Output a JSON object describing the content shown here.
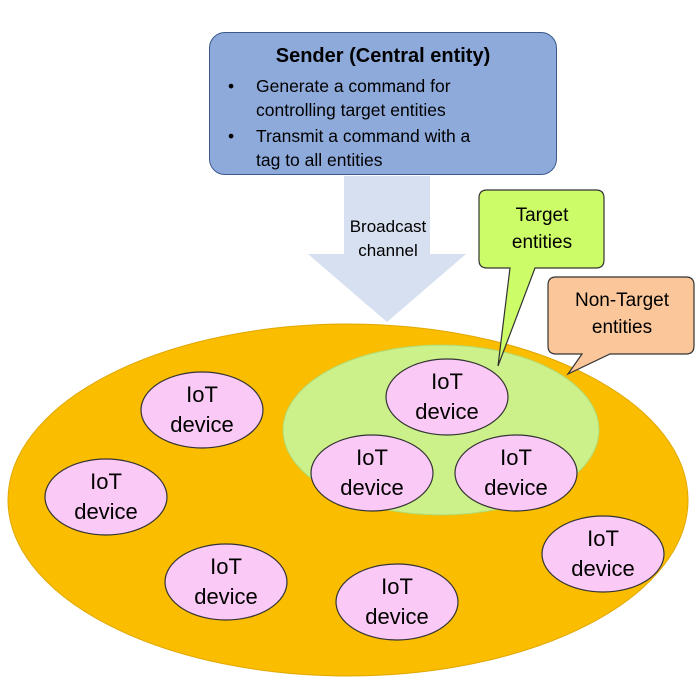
{
  "sender": {
    "title": "Sender (Central entity)",
    "items": [
      {
        "bullet": "•",
        "line1": "Generate a command  for",
        "line2": "controlling target entities"
      },
      {
        "bullet": "•",
        "line1": "Transmit a command  with a",
        "line2": "tag to all entities"
      }
    ]
  },
  "broadcast": {
    "line1": "Broadcast",
    "line2": "channel"
  },
  "target_callout": {
    "line1": "Target",
    "line2": "entities"
  },
  "nontarget_callout": {
    "line1": "Non-Target",
    "line2": "entities"
  },
  "devices": [
    {
      "line1": "IoT",
      "line2": "device",
      "group": "non-target"
    },
    {
      "line1": "IoT",
      "line2": "device",
      "group": "non-target"
    },
    {
      "line1": "IoT",
      "line2": "device",
      "group": "non-target"
    },
    {
      "line1": "IoT",
      "line2": "device",
      "group": "non-target"
    },
    {
      "line1": "IoT",
      "line2": "device",
      "group": "non-target"
    },
    {
      "line1": "IoT",
      "line2": "device",
      "group": "target"
    },
    {
      "line1": "IoT",
      "line2": "device",
      "group": "target"
    },
    {
      "line1": "IoT",
      "line2": "device",
      "group": "target"
    }
  ],
  "colors": {
    "sender_fill": "#8eaadb",
    "arrow": "#d6e0f0",
    "outer_region": "#fbbd00",
    "target_region": "#ccf08a",
    "device_fill": "#fbc9f5",
    "target_callout_fill": "#ccfc67",
    "nontarget_callout_fill": "#fbc79a"
  }
}
